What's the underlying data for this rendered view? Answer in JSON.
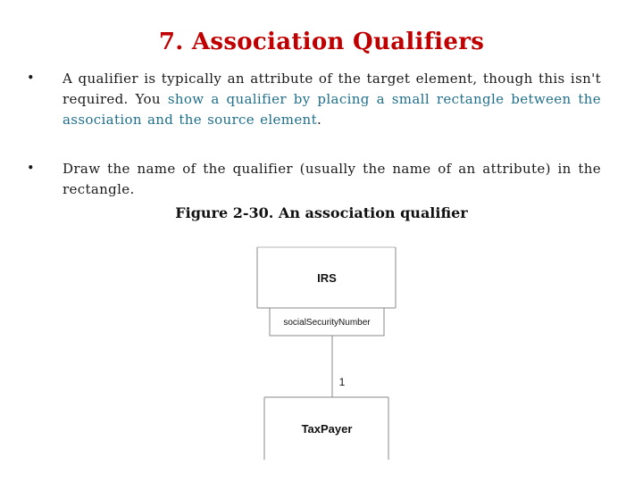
{
  "slide": {
    "title": "7. Association Qualifiers",
    "bullets": [
      {
        "marker": "•",
        "text_before": "A qualifier is typically an attribute of the target element, though this isn't required. You ",
        "text_highlight": "show a qualifier by placing a small rectangle between the association and the source element",
        "text_after": "."
      },
      {
        "marker": "•",
        "text": "Draw the name of the qualifier (usually the name of an attribute) in the rectangle."
      }
    ],
    "figure_caption": "Figure 2-30. An association qualifier"
  },
  "diagram": {
    "source_class": "IRS",
    "qualifier": "socialSecurityNumber",
    "multiplicity": "1",
    "target_class": "TaxPayer"
  },
  "colors": {
    "title": "#c00000",
    "highlight": "#1f6f8b",
    "text": "#1a1a1a",
    "diagram_line": "#888888"
  }
}
